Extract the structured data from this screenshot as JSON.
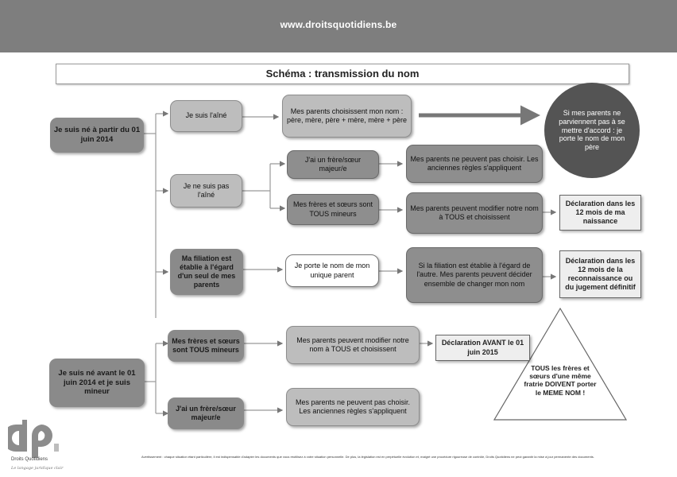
{
  "header": {
    "url": "www.droitsquotidiens.be"
  },
  "title": "Schéma : transmission du nom",
  "nodes": {
    "born_after": "Je suis né à partir du 01 juin 2014",
    "born_before": "Je suis né avant le 01 juin 2014 et je suis mineur",
    "eldest": "Je suis l'aîné",
    "not_eldest": "Je ne suis pas l'aîné",
    "single_filiation": "Ma filiation est établie à l'égard d'un seul de mes parents",
    "siblings_minor_before": "Mes frères et sœurs sont TOUS mineurs",
    "sibling_major_before": "J'ai un frère/sœur majeur/e",
    "parents_choose": "Mes parents choisissent mon nom : père, mère, père + mère, mère + père",
    "sibling_major": "J'ai un frère/sœur majeur/e",
    "siblings_minor": "Mes frères et sœurs sont TOUS mineurs",
    "unique_parent_name": "Je porte le nom de mon unique parent",
    "cannot_choose_1": "Mes parents ne peuvent pas choisir. Les anciennes règles s'appliquent",
    "can_modify_1": "Mes parents peuvent modifier notre nom à TOUS et choisissent",
    "filiation_other": "Si la filiation est établie à l'égard de l'autre. Mes parents peuvent décider ensemble de changer mon nom",
    "can_modify_2": "Mes parents peuvent modifier notre nom à TOUS et choisissent",
    "cannot_choose_2": "Mes parents ne peuvent pas choisir. Les anciennes règles s'appliquent",
    "decl_birth": "Déclaration dans les 12 mois de ma naissance",
    "decl_recognition": "Déclaration dans les 12 mois de la reconnaissance ou du jugement définitif",
    "decl_before": "Déclaration AVANT le 01 juin 2015",
    "no_agreement": "Si mes parents ne parviennent pas à se mettre d'accord : je porte le nom de mon père",
    "same_name": "TOUS les frères et sœurs d'une même fratrie DOIVENT porter le MEME NOM !"
  },
  "logo": {
    "name": "Droits Quotidiens",
    "tagline": "Le langage juridique clair"
  },
  "disclaimer": "Avertissement : chaque situation étant particulière, il est indispensable d'adapter les documents que vous réutilisez à votre situation personnelle. De plus, la législation est en perpétuelle évolution et, malgré une procédure rigoureuse de contrôle, Droits Quotidiens ne peut garantir la mise à jour permanente des documents.",
  "colors": {
    "header": "#7e7e7e",
    "dark_box": "#8a8a8a",
    "light_box": "#bdbdbd",
    "circle": "#545454"
  }
}
